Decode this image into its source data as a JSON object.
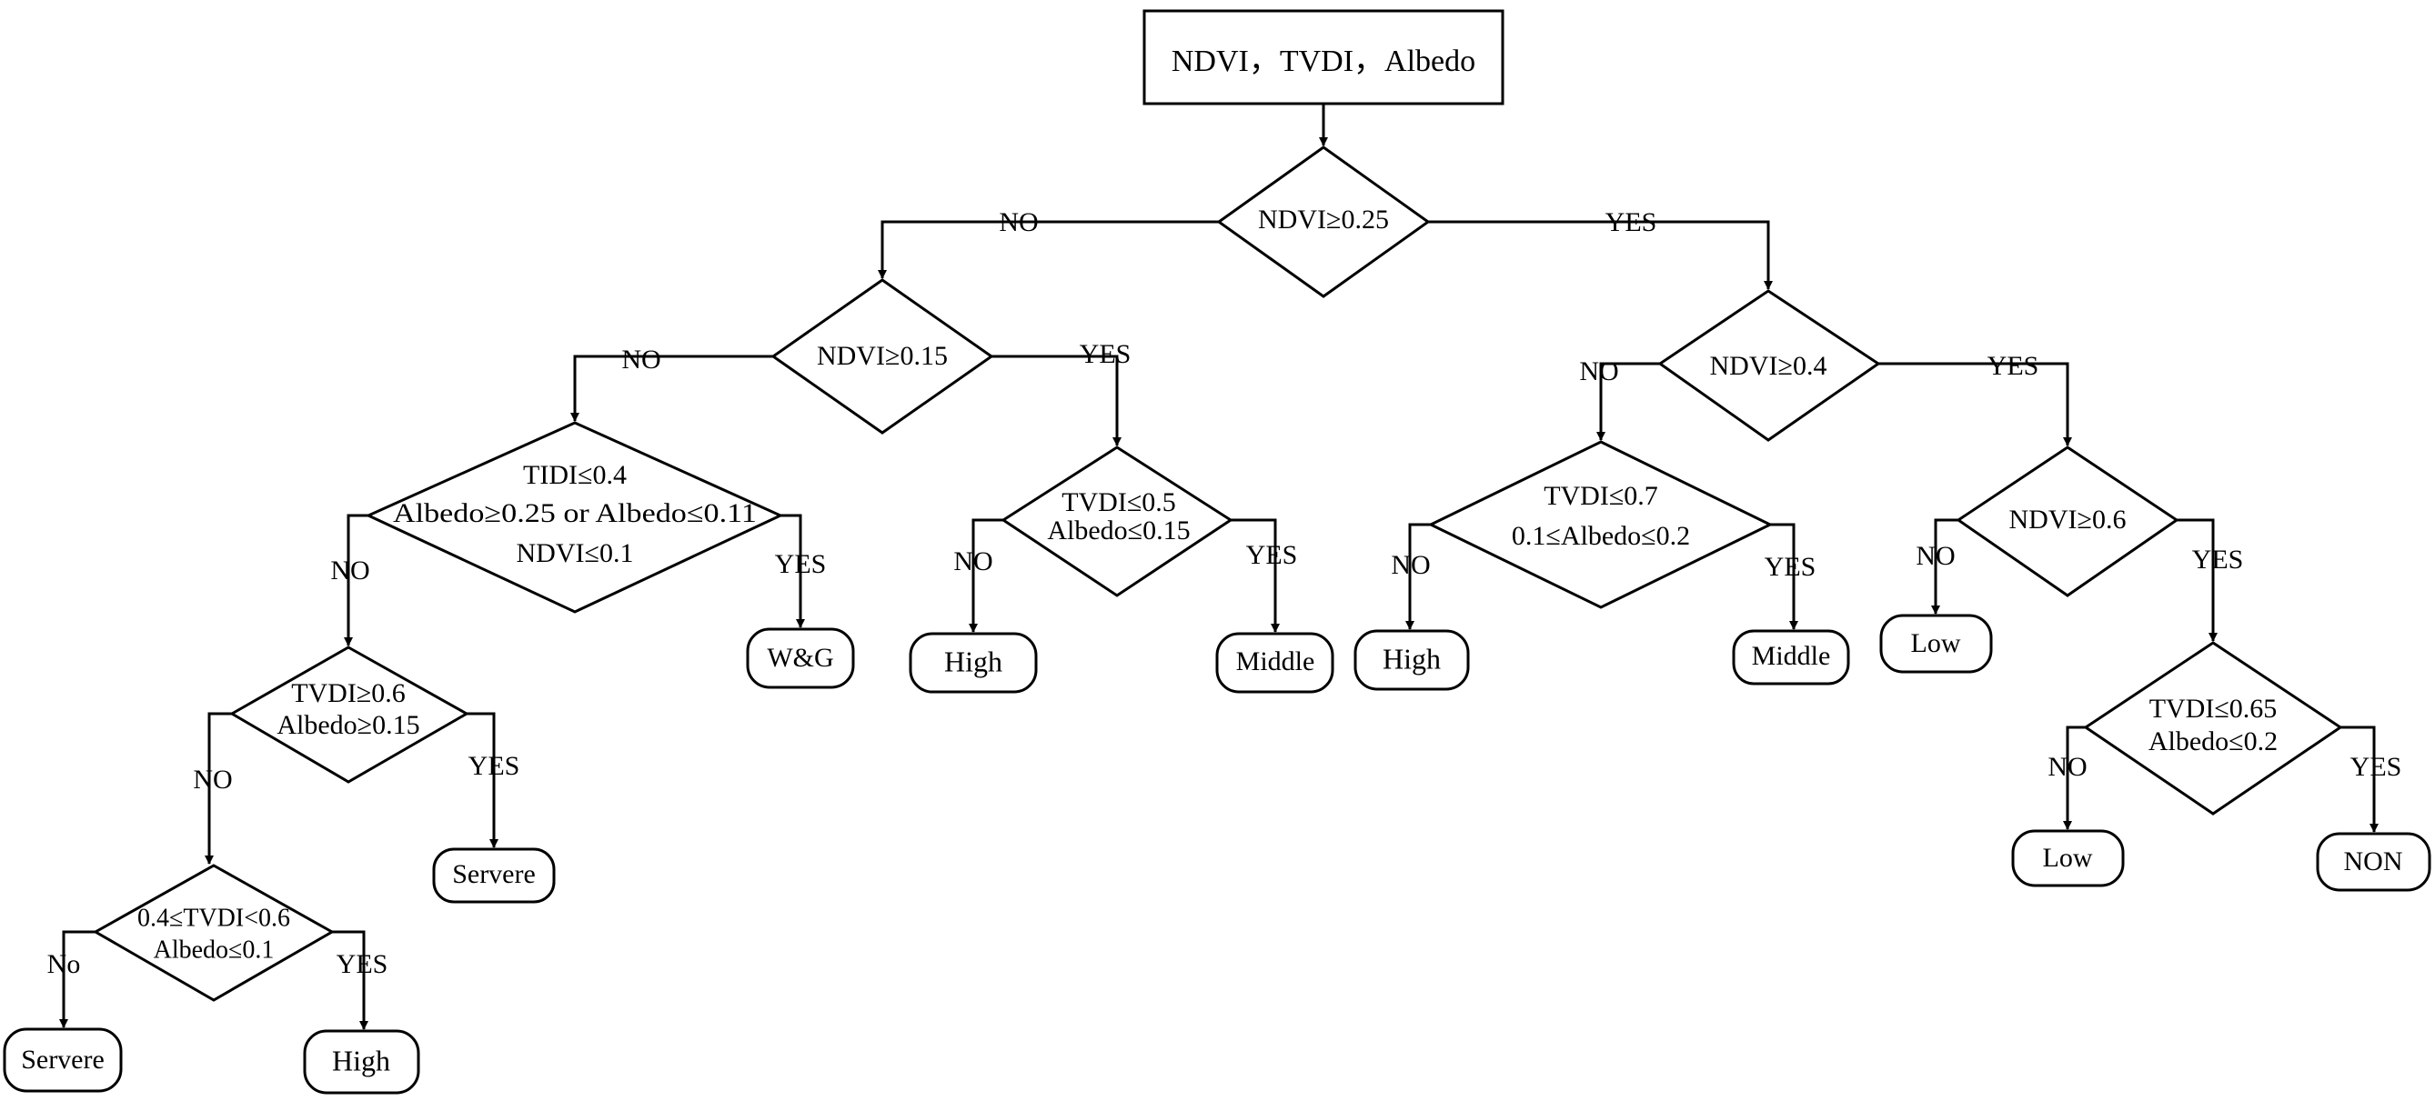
{
  "diagram": {
    "start": "NDVI，TVDI，Albedo",
    "d1": "NDVI≥0.25",
    "d2": "NDVI≥0.15",
    "d3": [
      "TIDI≤0.4",
      "Albedo≥0.25 or Albedo≤0.11",
      "NDVI≤0.1"
    ],
    "d4": [
      "TVDI≥0.6",
      "Albedo≥0.15"
    ],
    "d5": [
      "0.4≤TVDI<0.6",
      "Albedo≤0.1"
    ],
    "d6": [
      "TVDI≤0.5",
      "Albedo≤0.15"
    ],
    "d7": "NDVI≥0.4",
    "d8": [
      "TVDI≤0.7",
      "0.1≤Albedo≤0.2"
    ],
    "d9": "NDVI≥0.6",
    "d10": [
      "TVDI≤0.65",
      "Albedo≤0.2"
    ],
    "out_wg": "W&G",
    "out_servere_1": "Servere",
    "out_servere_2": "Servere",
    "out_high_1": "High",
    "out_high_2": "High",
    "out_high_3": "High",
    "out_middle_1": "Middle",
    "out_middle_2": "Middle",
    "out_low_1": "Low",
    "out_low_2": "Low",
    "out_non": "NON",
    "labels": {
      "d1_no": "NO",
      "d1_yes": "YES",
      "d2_no": "NO",
      "d2_yes": "YES",
      "d3_no": "NO",
      "d3_yes": "YES",
      "d4_no": "NO",
      "d4_yes": "YES",
      "d5_no": "No",
      "d5_yes": "YES",
      "d6_no": "NO",
      "d6_yes": "YES",
      "d7_no": "NO",
      "d7_yes": "YES",
      "d8_no": "NO",
      "d8_yes": "YES",
      "d9_no": "NO",
      "d9_yes": "YES",
      "d10_no": "NO",
      "d10_yes": "YES"
    }
  }
}
